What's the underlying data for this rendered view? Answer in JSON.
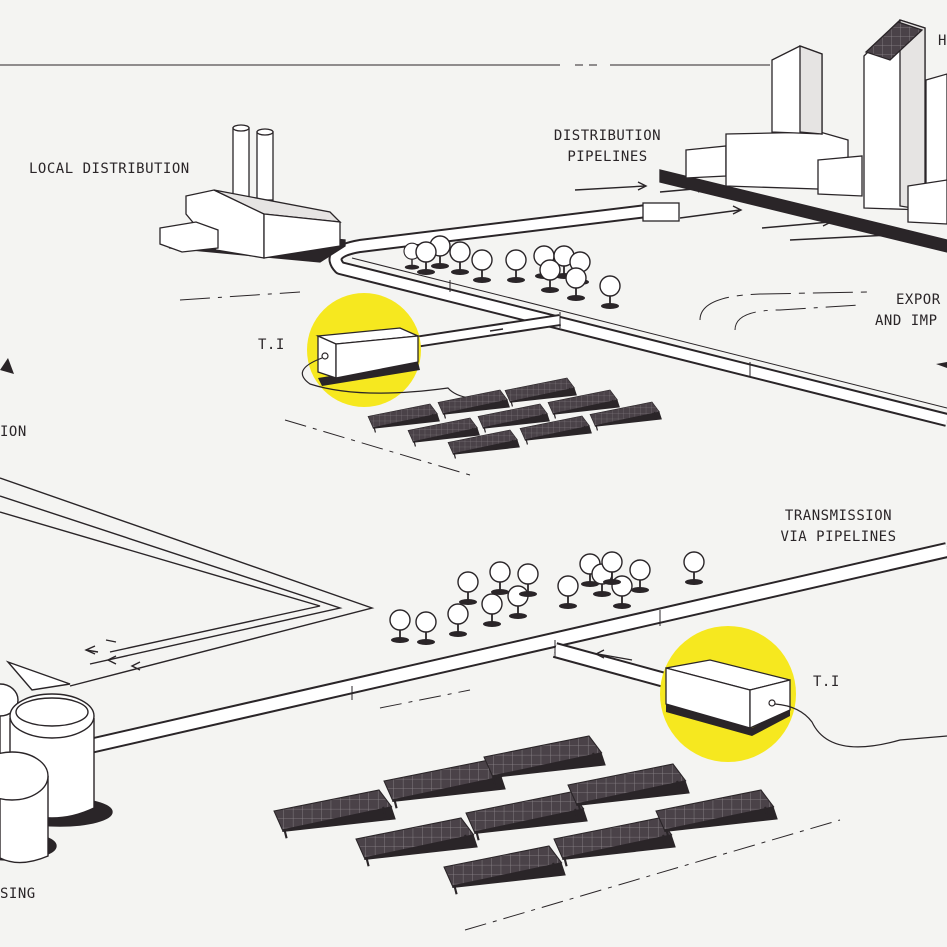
{
  "labels": {
    "local_distribution": "LOCAL DISTRIBUTION",
    "distribution_pipelines_1": "DISTRIBUTION",
    "distribution_pipelines_2": "PIPELINES",
    "h_partial": "H",
    "export_1": "EXPOR",
    "export_2": "AND IMP",
    "ti_top": "T.I",
    "ti_bottom": "T.I",
    "ion_partial": "ION",
    "transmission_1": "TRANSMISSION",
    "transmission_2": "VIA PIPELINES",
    "sing_partial": "SING"
  },
  "colors": {
    "background": "#f4f4f2",
    "ink": "#2a2528",
    "highlight": "#f6e81f",
    "panel": "#4a4248",
    "white": "#ffffff"
  }
}
